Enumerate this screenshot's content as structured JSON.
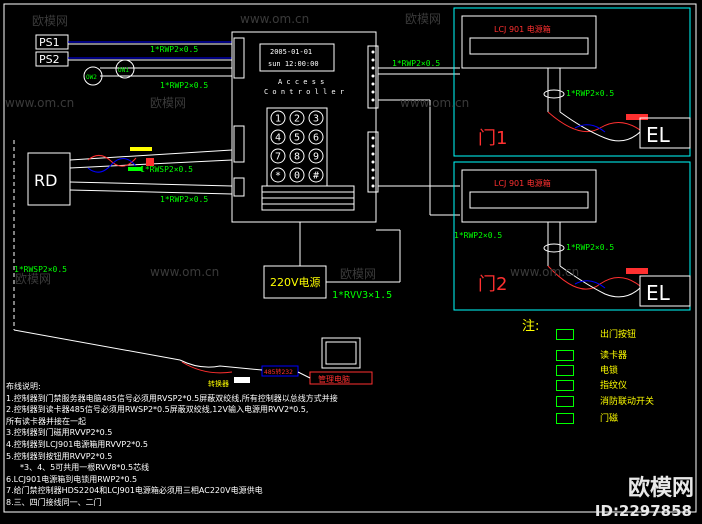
{
  "power_labels": {
    "ps1": "PS1",
    "ps2": "PS2",
    "on1": "ON1",
    "ow2": "OW2"
  },
  "controller": {
    "date": "2005-01-01",
    "time": "sun 12:00:00",
    "title_line1": "A c c e s s",
    "title_line2": "C o n t r o l l e r",
    "keys": [
      "1",
      "2",
      "3",
      "4",
      "5",
      "6",
      "7",
      "8",
      "9",
      "*",
      "0",
      "#"
    ]
  },
  "reader_label": "RD",
  "power_supply_label": "220V电源",
  "door1_label": "门1",
  "door2_label": "门2",
  "el_label": "EL",
  "lock_box_title": "LCJ 901 电源箱",
  "cable_labels": {
    "top_left": "1*RWP2×0.5",
    "top_left2": "1*RWP2×0.5",
    "reader_cable": "1*RWSP2×0.5",
    "reader_cable2": "1*RWP2×0.5",
    "door1_cable": "1*RWP2×0.5",
    "door1_lock_cable": "1*RWP2×0.5",
    "door2_cable": "1*RWP2×0.5",
    "door2_lock_cable": "1*RWP2×0.5",
    "power_cable": "1*RVV3×1.5",
    "bottom_left": "1*RWSP2×0.5",
    "serial": "485转232",
    "mgmt_pc": "管理电脑",
    "conv": "转换器"
  },
  "note_title": "注:",
  "legend": [
    {
      "label": "出门按钮"
    },
    {
      "label": "读卡器"
    },
    {
      "label": "电锁"
    },
    {
      "label": "指纹仪"
    },
    {
      "label": "消防联动开关"
    },
    {
      "label": "门磁"
    }
  ],
  "notes": [
    "布线说明:",
    "1.控制器到门禁服务器电脑485信号必须用RVSP2*0.5屏蔽双绞线,所有控制器以总线方式并接",
    "2.控制器到读卡器485信号必须用RWSP2*0.5屏蔽双绞线,12V输入电源用RVV2*0.5,",
    "所有读卡器并接在一起",
    "3.控制器到门磁用RVVP2*0.5",
    "4.控制器到LCJ901电源箱用RVVP2*0.5",
    "5.控制器到按钮用RVVP2*0.5",
    "*3、4、5可共用一根RVV8*0.5芯线",
    "6.LCJ901电源箱到电锁用RWP2*0.5",
    "7.给门禁控制器HDS2204和LCJ901电源箱必须用三相AC220V电源供电",
    "8.三、四门接线同一、二门"
  ],
  "watermark": {
    "brand": "欧模网",
    "site": "www.om.cn",
    "id": "ID:2297858"
  }
}
